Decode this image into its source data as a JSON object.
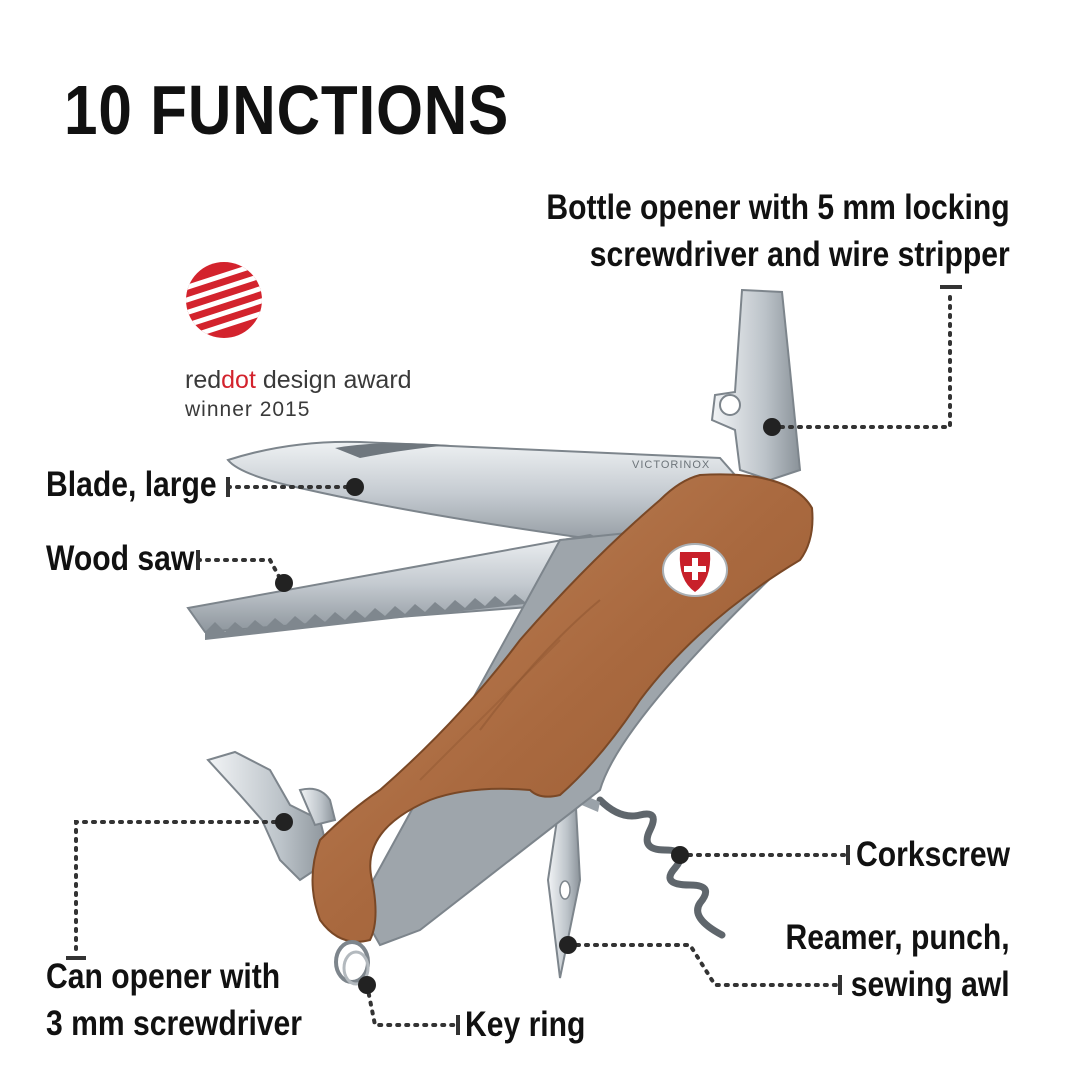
{
  "title": "10 FUNCTIONS",
  "award": {
    "brand_part1": "red",
    "brand_part2": "dot",
    "brand_part3": " design award",
    "subtitle": "winner 2015"
  },
  "blade_engraving": "VICTORINOX",
  "labels": {
    "bottle_opener_line1": "Bottle opener with 5 mm locking",
    "bottle_opener_line2": "screwdriver and wire stripper",
    "blade_large": "Blade, large",
    "wood_saw": "Wood saw",
    "corkscrew": "Corkscrew",
    "reamer_line1": "Reamer, punch,",
    "reamer_line2": "sewing awl",
    "can_opener_line1": "Can opener with",
    "can_opener_line2": "3 mm screwdriver",
    "key_ring": "Key ring"
  },
  "colors": {
    "text": "#111111",
    "reddot_red": "#d3232d",
    "wood": "#a86b43",
    "steel": "#c9ced3",
    "emblem_red": "#c8202a"
  }
}
